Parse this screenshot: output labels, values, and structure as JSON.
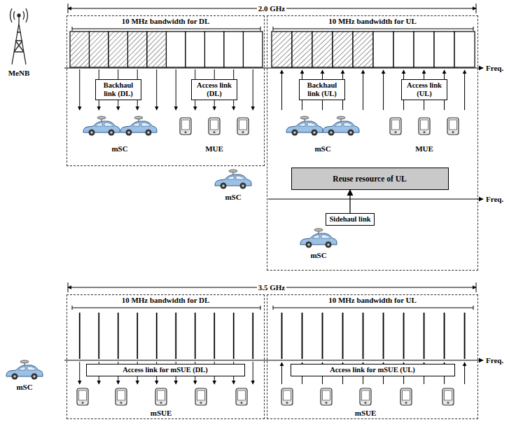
{
  "diagram": {
    "nodes": [
      {
        "text": [
          "10 MHz bandwidth for DL"
        ]
      },
      {
        "text": [
          "Backhaul link (DL)"
        ],
        "in": 0
      },
      {
        "text": [
          "Access link (DL)"
        ],
        "in": 0
      },
      {
        "text": [
          "10 MHz bandwidth for UL"
        ]
      },
      {
        "text": [
          "Backhaul link (UL)"
        ],
        "in": 3
      },
      {
        "text": [
          "Access link (UL)"
        ],
        "in": 3
      },
      {
        "text": [
          "Reuse resource of UL"
        ],
        "in": 3
      },
      {
        "text": [
          "Sidehaul link"
        ],
        "in": 3
      },
      {
        "text": [
          "10 MHz bandwidth for DL"
        ]
      },
      {
        "text": [
          "Access link for mSUE (DL)"
        ],
        "in": 8
      },
      {
        "text": [
          "10 MHz bandwidth for UL"
        ]
      },
      {
        "text": [
          "Access link for mSUE (UL)"
        ],
        "in": 10
      }
    ],
    "edges": [
      {
        "from": 7,
        "to": 6,
        "arrow": "to"
      }
    ],
    "labels": [
      "2.0 GHz",
      "MeNB",
      "Freq.",
      "mSC",
      "MUE",
      "mSC",
      "MUE",
      "mSC",
      "Freq.",
      "mSC",
      "3.5 GHz",
      "Freq.",
      "mSC",
      "mSUE",
      "mSUE"
    ]
  }
}
